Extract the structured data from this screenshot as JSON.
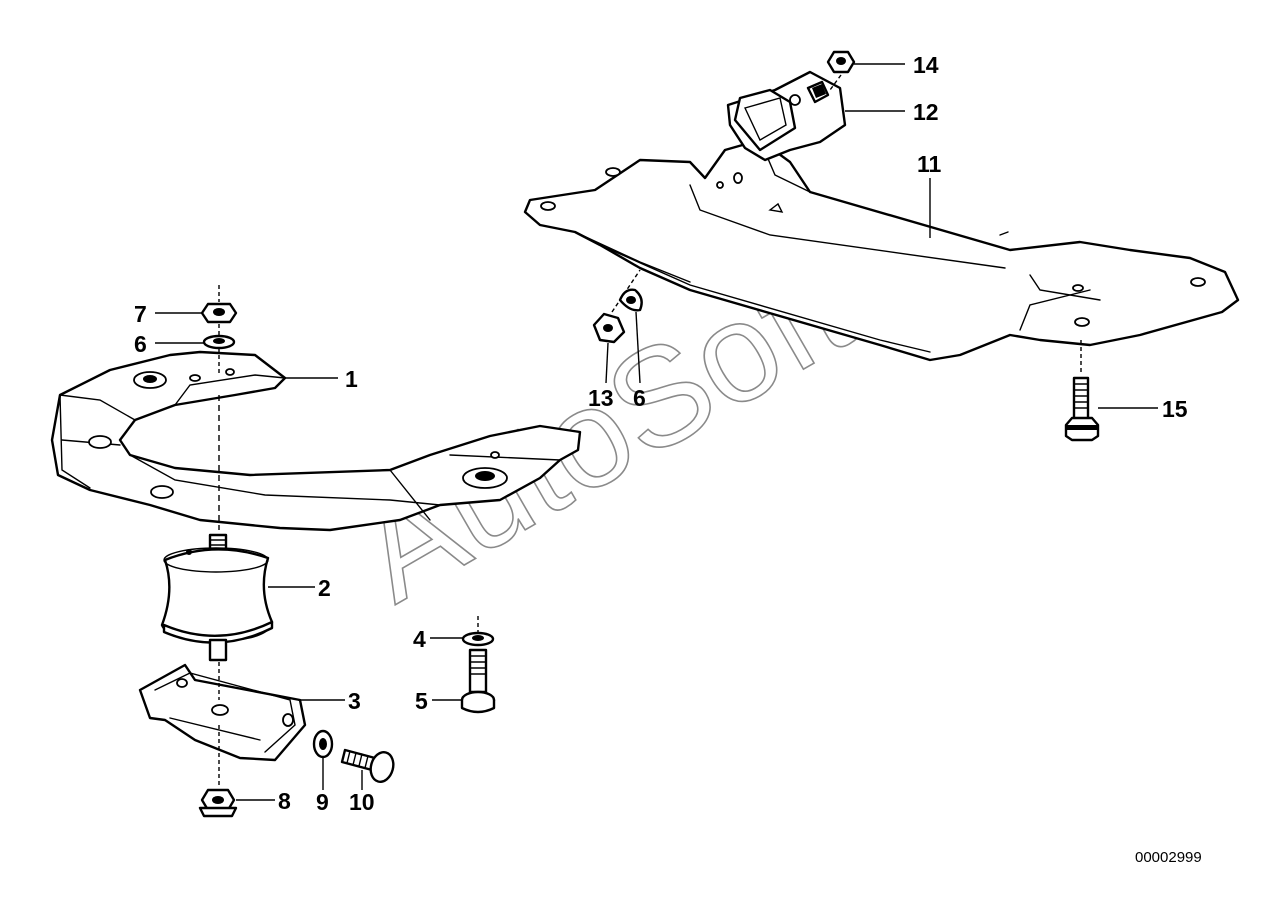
{
  "callouts": [
    {
      "id": "c1",
      "label": "1"
    },
    {
      "id": "c2",
      "label": "2"
    },
    {
      "id": "c3",
      "label": "3"
    },
    {
      "id": "c4",
      "label": "4"
    },
    {
      "id": "c5",
      "label": "5"
    },
    {
      "id": "c6a",
      "label": "6"
    },
    {
      "id": "c6b",
      "label": "6"
    },
    {
      "id": "c7",
      "label": "7"
    },
    {
      "id": "c8",
      "label": "8"
    },
    {
      "id": "c9",
      "label": "9"
    },
    {
      "id": "c10",
      "label": "10"
    },
    {
      "id": "c11",
      "label": "11"
    },
    {
      "id": "c12",
      "label": "12"
    },
    {
      "id": "c13",
      "label": "13"
    },
    {
      "id": "c14",
      "label": "14"
    },
    {
      "id": "c15",
      "label": "15"
    }
  ],
  "watermark": "AutoSoft",
  "reference_number": "00002999",
  "colors": {
    "line": "#000000",
    "watermark": "#8a8a8a",
    "background": "#ffffff"
  }
}
